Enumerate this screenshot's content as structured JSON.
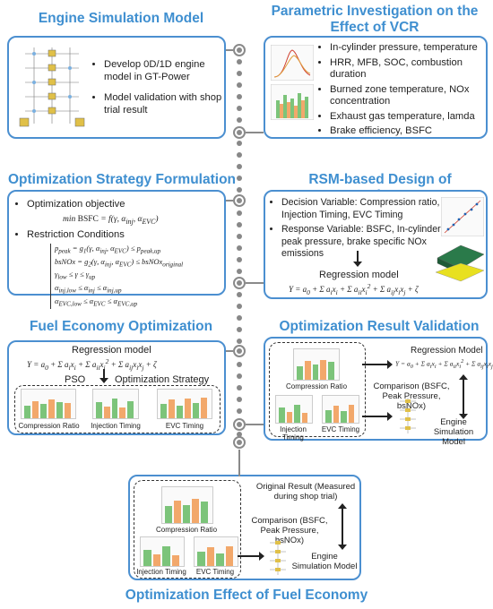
{
  "titles": {
    "engine_sim": "Engine Simulation Model",
    "parametric": "Parametric Investigation on the Effect of VCR",
    "opt_strategy": "Optimization Strategy Formulation",
    "rsm": "RSM-based Design of Experiments",
    "fuel_economy": "Fuel Economy Optimization",
    "validation": "Optimization Result Validation",
    "effect": "Optimization Effect of Fuel Economy"
  },
  "engine_sim": {
    "bullets": [
      "Develop 0D/1D engine model in GT-Power",
      "Model validation with shop trial result"
    ]
  },
  "parametric": {
    "bullets": [
      "In-cylinder pressure, temperature",
      "HRR, MFB, SOC, combustion duration",
      "Burned zone temperature, NOx concentration",
      "Exhaust gas temperature, lamda",
      "Brake efficiency, BSFC"
    ]
  },
  "opt_strategy": {
    "objective_label": "Optimization objective",
    "restriction_label": "Restriction Conditions"
  },
  "rsm": {
    "bullets": [
      "Decision Variable: Compression ratio, Injection Timing, EVC Timing",
      "Response Variable: BSFC, In-cylinder peak pressure, brake specific NOx emissions"
    ],
    "regression_label": "Regression model"
  },
  "fuel_economy": {
    "regression_label": "Regression model",
    "pso": "PSO",
    "strategy": "Optimization Strategy",
    "chart_labels": [
      "Compression Ratio",
      "Injection Timing",
      "EVC Timing"
    ]
  },
  "validation": {
    "regression_label": "Regression Model",
    "comparison": "Comparison (BSFC, Peak Pressure, bsNOx)",
    "engine_model": "Engine Simulation Model",
    "chart_labels": [
      "Compression Ratio",
      "Injection Timing",
      "EVC Timing"
    ]
  },
  "effect": {
    "original": "Original Result (Measured during shop trial)",
    "comparison": "Comparison (BSFC, Peak Pressure, bsNOx)",
    "engine_model": "Engine Simulation Model",
    "chart_labels": [
      "Compression Ratio",
      "Injection Timing",
      "EVC Timing"
    ]
  },
  "colors": {
    "accent": "#3f8fd0",
    "border": "#4b8fd0",
    "connector": "#8a8a8a",
    "bar_green": "#7cc47a",
    "bar_orange": "#f2a86b",
    "surface_yellow": "#e8e020"
  }
}
